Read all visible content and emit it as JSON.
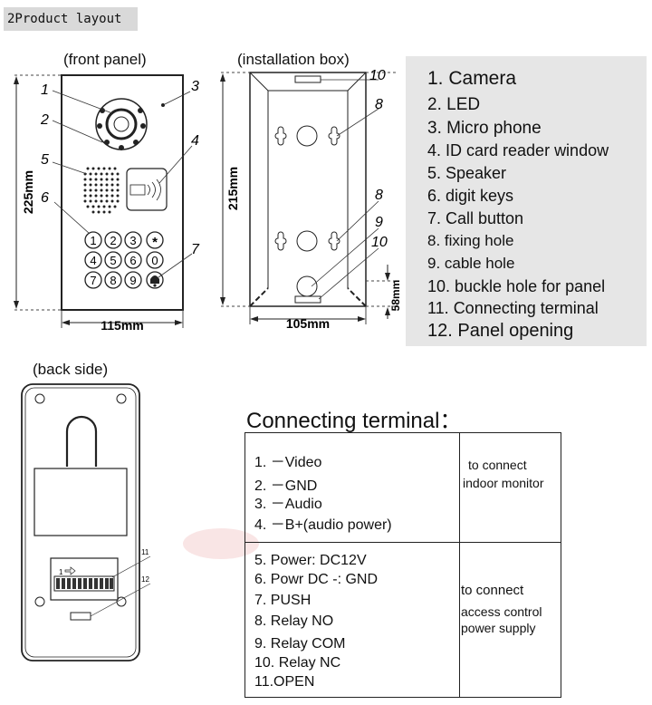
{
  "section_title": "2Product layout",
  "captions": {
    "front": "(front panel)",
    "box": "(installation box)",
    "back": "(back side)"
  },
  "dimensions": {
    "front_height": "225mm",
    "front_width": "115mm",
    "box_height": "215mm",
    "box_width": "105mm",
    "box_depth": "58mm"
  },
  "callouts": {
    "n1": "1",
    "n2": "2",
    "n3": "3",
    "n4": "4",
    "n5": "5",
    "n6": "6",
    "n7": "7",
    "n8a": "8",
    "n8b": "8",
    "n9": "9",
    "n10a": "10",
    "n10b": "10",
    "n11": "11",
    "n12": "12"
  },
  "keypad": [
    "1",
    "2",
    "3",
    "*",
    "4",
    "5",
    "6",
    "0",
    "7",
    "8",
    "9"
  ],
  "terminal_strip_label": "1",
  "legend": [
    "1. Camera",
    "2. LED",
    "3. Micro phone",
    "4. ID card reader window",
    "5. Speaker",
    "6. digit keys",
    "7. Call button",
    "8. fixing hole",
    "9. cable hole",
    "10. buckle hole for panel",
    "11. Connecting terminal",
    "12. Panel opening"
  ],
  "connecting_terminal": {
    "title": "Connecting terminal：",
    "group1": {
      "rows": [
        "1. －Video",
        "2. －GND",
        "3. －Audio",
        "4. －B+(audio power)"
      ],
      "target": [
        "to connect",
        "indoor monitor"
      ]
    },
    "group2": {
      "rows": [
        "5. Power: DC12V",
        "6. Powr DC -: GND",
        "7. PUSH",
        "8. Relay NO",
        "9. Relay COM",
        "10. Relay NC",
        "11.OPEN"
      ],
      "target": [
        "to connect",
        "access control",
        "power supply"
      ]
    }
  }
}
